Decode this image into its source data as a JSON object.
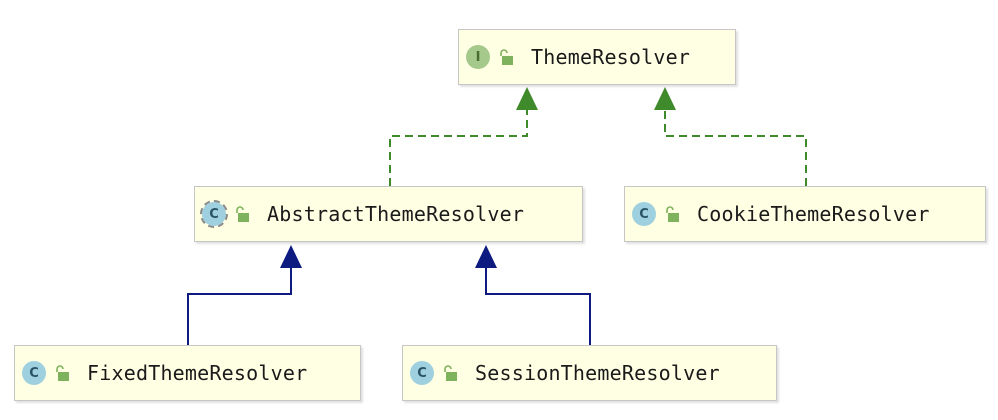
{
  "diagram": {
    "nodes": {
      "theme_resolver": {
        "kind": "interface",
        "icon_letter": "I",
        "label": "ThemeResolver"
      },
      "abstract_theme_resolver": {
        "kind": "abstract-class",
        "icon_letter": "C",
        "label": "AbstractThemeResolver"
      },
      "cookie_theme_resolver": {
        "kind": "class",
        "icon_letter": "C",
        "label": "CookieThemeResolver"
      },
      "fixed_theme_resolver": {
        "kind": "class",
        "icon_letter": "C",
        "label": "FixedThemeResolver"
      },
      "session_theme_resolver": {
        "kind": "class",
        "icon_letter": "C",
        "label": "SessionThemeResolver"
      }
    },
    "edges": [
      {
        "from": "abstract_theme_resolver",
        "to": "theme_resolver",
        "relation": "implements",
        "style": "dashed",
        "color": "#3f8a2a"
      },
      {
        "from": "cookie_theme_resolver",
        "to": "theme_resolver",
        "relation": "implements",
        "style": "dashed",
        "color": "#3f8a2a"
      },
      {
        "from": "fixed_theme_resolver",
        "to": "abstract_theme_resolver",
        "relation": "extends",
        "style": "solid",
        "color": "#0d1a80"
      },
      {
        "from": "session_theme_resolver",
        "to": "abstract_theme_resolver",
        "relation": "extends",
        "style": "solid",
        "color": "#0d1a80"
      }
    ],
    "colors": {
      "node_fill": "#ffffe4",
      "node_border": "#c6c6c6",
      "interface_icon": "#a4c98b",
      "class_icon": "#9fd0df",
      "lock_icon": "#7fb25c"
    }
  }
}
